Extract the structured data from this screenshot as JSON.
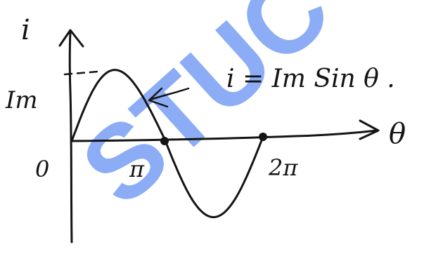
{
  "watermark": {
    "text": "STUC",
    "color": "#2f6bf0"
  },
  "axes": {
    "y_label": "i",
    "x_label": "θ",
    "origin_label": "0",
    "amplitude_label": "Im"
  },
  "ticks": [
    {
      "label": "π",
      "value": 3.14159
    },
    {
      "label": "2π",
      "value": 6.28318
    }
  ],
  "curve": {
    "equation": "i = Im Sin θ .",
    "function": "sine",
    "period_labels": [
      "0",
      "π",
      "2π"
    ]
  },
  "colors": {
    "ink": "#141414",
    "background": "#ffffff"
  }
}
